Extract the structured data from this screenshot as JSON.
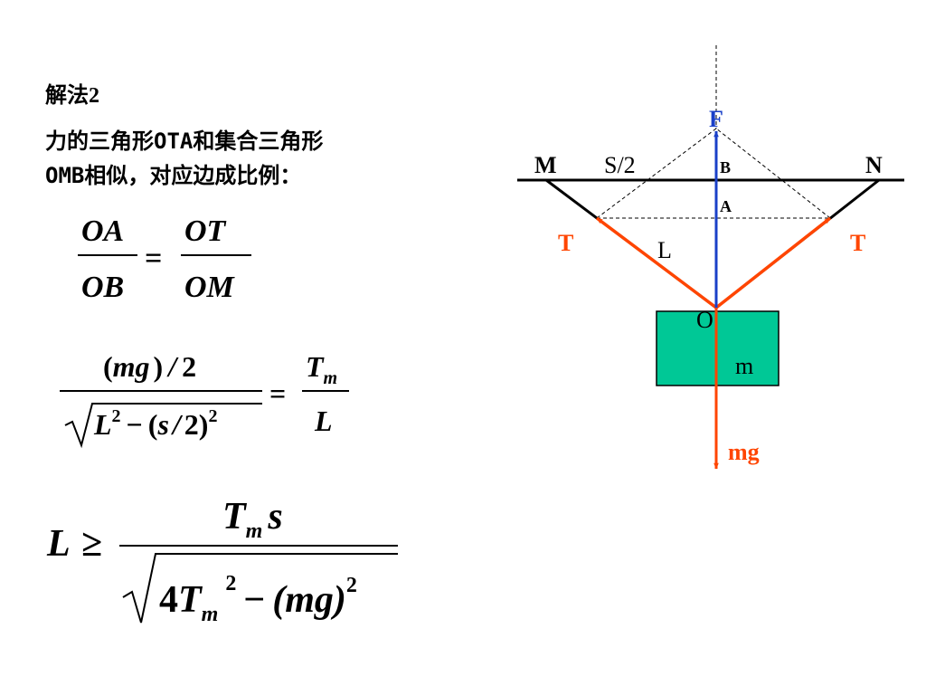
{
  "heading": {
    "line1": "解法2",
    "line2": "力的三角形OTA和集合三角形",
    "line3": "OMB相似，对应边成比例："
  },
  "formula1": {
    "num_left": "OA",
    "den_left": "OB",
    "equals": "=",
    "num_right": "OT",
    "den_right": "OM"
  },
  "formula2": {
    "num_open": "(",
    "num_mg": "mg",
    "num_close": ")",
    "num_div": "/",
    "num_two": "2",
    "den_L": "L",
    "den_L_exp": "2",
    "den_minus": "−",
    "den_open": "(",
    "den_s": "s",
    "den_div": "/",
    "den_two": "2",
    "den_close": ")",
    "den_exp": "2",
    "equals": "=",
    "rhs_T": "T",
    "rhs_sub": "m",
    "rhs_L": "L"
  },
  "formula3": {
    "lhs": "L",
    "geq": "≥",
    "num_T": "T",
    "num_sub": "m",
    "num_s": "s",
    "den_four": "4",
    "den_T": "T",
    "den_sub": "m",
    "den_exp": "2",
    "den_minus": "−",
    "den_paren": "(mg)",
    "den_paren_exp": "2"
  },
  "diagram": {
    "label_F": "F",
    "label_M": "M",
    "label_S2": "S/2",
    "label_B": "B",
    "label_N": "N",
    "label_A": "A",
    "label_T_left": "T",
    "label_T_right": "T",
    "label_L": "L",
    "label_O": "O",
    "label_m": "m",
    "label_mg": "mg",
    "colors": {
      "force_red": "#ff4500",
      "force_blue": "#1a40c8",
      "mass_fill": "#00c896",
      "line_black": "#000000"
    }
  }
}
